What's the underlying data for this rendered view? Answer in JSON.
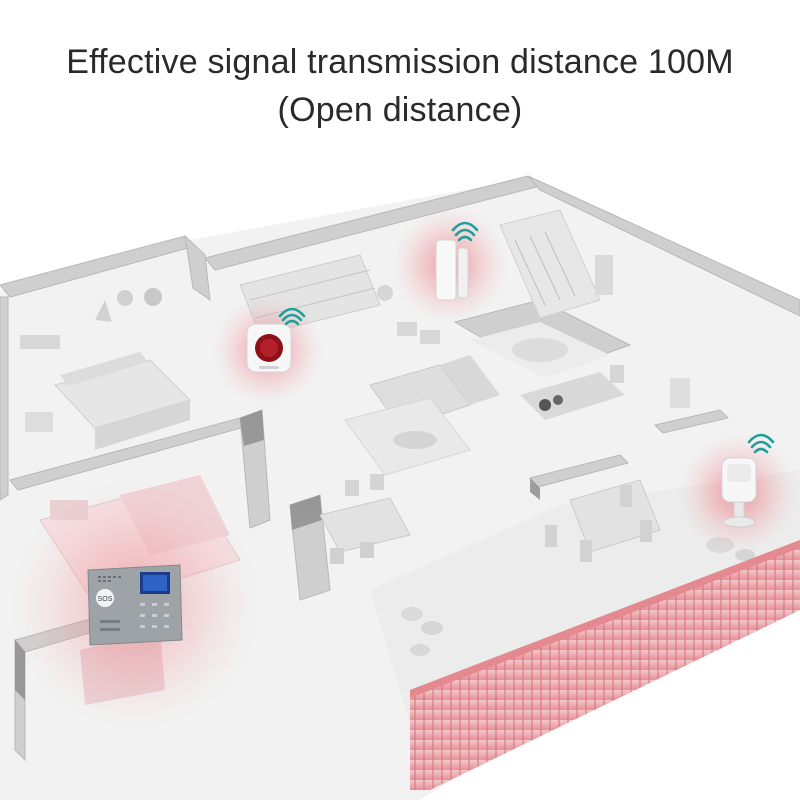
{
  "headline": {
    "line1": "Effective signal transmission distance 100M",
    "line2": "(Open distance)"
  },
  "devices": {
    "alarm_panel": {
      "sos_label": "SOS"
    }
  },
  "colors": {
    "wall": "#cfcfcf",
    "wall_dark": "#9a9a9a",
    "floor": "#f1f1f1",
    "signal_red": "#e8505b",
    "wifi_teal": "#1f9e9a",
    "balcony_rail": "#e9a0a5"
  },
  "icons": [
    "wifi-signal-icon",
    "siren-device",
    "door-sensor-device",
    "pir-motion-sensor-device",
    "alarm-control-panel"
  ]
}
